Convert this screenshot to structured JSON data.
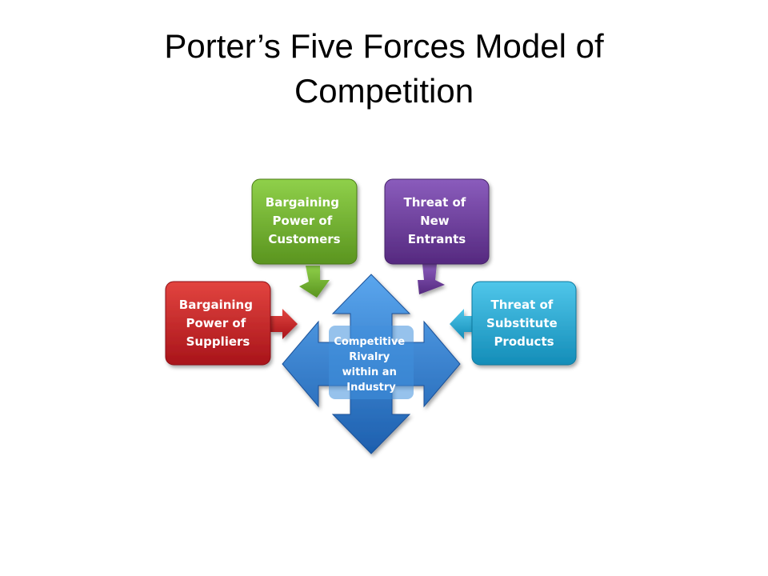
{
  "title": {
    "line1": "Porter’s Five Forces Model of",
    "line2": "Competition"
  },
  "diagram": {
    "center": {
      "lines": [
        "Competitive",
        "Rivalry",
        "within an",
        "Industry"
      ],
      "color": "#2f7fd1"
    },
    "forces": {
      "suppliers": {
        "lines": [
          "Bargaining",
          "Power of",
          "Suppliers"
        ],
        "color": "#c81e24"
      },
      "customers": {
        "lines": [
          "Bargaining",
          "Power of",
          "Customers"
        ],
        "color": "#72b22d"
      },
      "new_entrants": {
        "lines": [
          "Threat of",
          "New",
          "Entrants"
        ],
        "color": "#6a3c9a"
      },
      "substitutes": {
        "lines": [
          "Threat of",
          "Substitute",
          "Products"
        ],
        "color": "#1fa9d4"
      }
    }
  }
}
